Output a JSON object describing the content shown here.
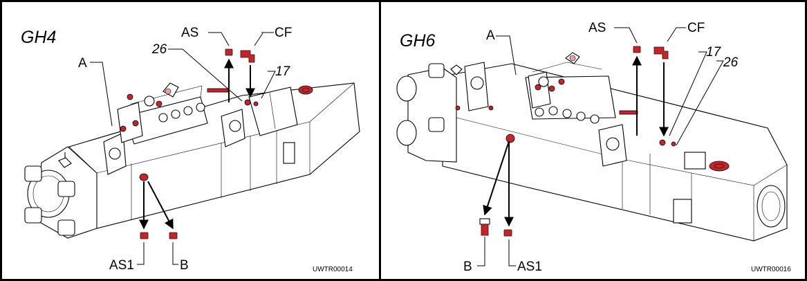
{
  "panels": [
    {
      "title": "GH4",
      "code": "UWTR00014",
      "labels": {
        "a": "A",
        "as": "AS",
        "cf": "CF",
        "n26": "26",
        "n17": "17",
        "as1": "AS1",
        "b": "B"
      }
    },
    {
      "title": "GH6",
      "code": "UWTR00016",
      "labels": {
        "a": "A",
        "as": "AS",
        "cf": "CF",
        "n17": "17",
        "n26": "26",
        "b": "B",
        "as1": "AS1"
      }
    }
  ],
  "colors": {
    "part_red": "#c0262b",
    "outline": "#000000",
    "background": "#ffffff"
  }
}
